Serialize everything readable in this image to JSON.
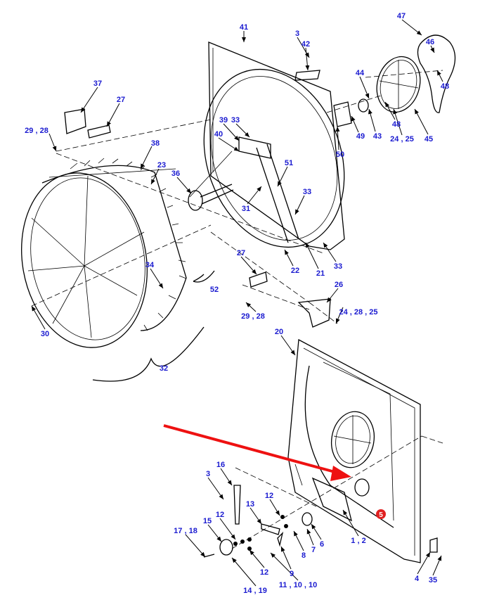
{
  "diagram": {
    "title": "Fan assembly exploded parts view",
    "labels": [
      "41",
      "3",
      "42",
      "47",
      "46",
      "48",
      "44",
      "48",
      "43",
      "49",
      "50",
      "24 , 25",
      "45",
      "37",
      "27",
      "29 , 28",
      "39",
      "33",
      "40",
      "38",
      "23",
      "51",
      "36",
      "33",
      "31",
      "27",
      "34",
      "52",
      "22",
      "21",
      "33",
      "26",
      "29 , 28",
      "24 , 28 , 25",
      "30",
      "20",
      "32",
      "16",
      "3",
      "13",
      "12",
      "12",
      "15",
      "17 , 18",
      "6",
      "7",
      "8",
      "12",
      "9",
      "11 , 10 , 10",
      "14 , 19",
      "1 , 2",
      "4",
      "35"
    ],
    "callout": {
      "label": "5",
      "color": "#e02020"
    },
    "arrow_color": "#ee1111",
    "label_color": "#1a1ad0"
  }
}
